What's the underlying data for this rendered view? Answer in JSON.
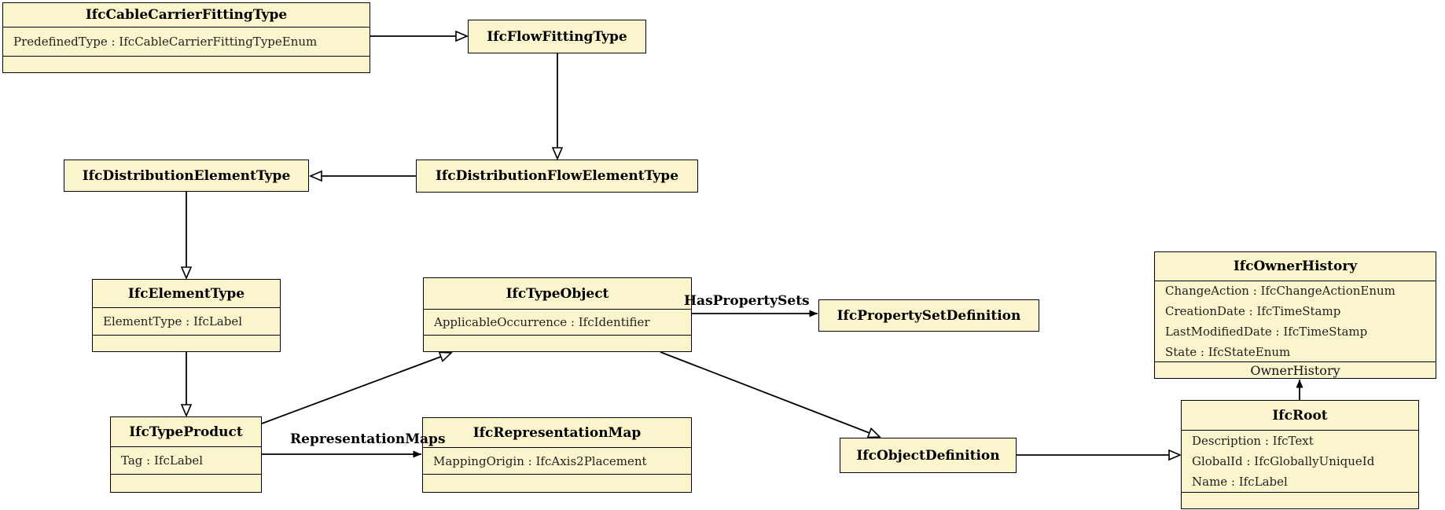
{
  "colors": {
    "background": "#ffffff",
    "box_fill": "#FBF5CD",
    "box_border": "#000000",
    "text": "#111111",
    "edge_color": "#000000"
  },
  "diagram": {
    "nodes": {
      "cableCarrierFittingType": {
        "title": "IfcCableCarrierFittingType",
        "attributes": [
          "PredefinedType : IfcCableCarrierFittingTypeEnum"
        ]
      },
      "flowFittingType": {
        "title": "IfcFlowFittingType",
        "attributes": []
      },
      "distributionElementType": {
        "title": "IfcDistributionElementType",
        "attributes": []
      },
      "distributionFlowElementType": {
        "title": "IfcDistributionFlowElementType",
        "attributes": []
      },
      "elementType": {
        "title": "IfcElementType",
        "attributes": [
          "ElementType : IfcLabel"
        ]
      },
      "typeObject": {
        "title": "IfcTypeObject",
        "attributes": [
          "ApplicableOccurrence : IfcIdentifier"
        ]
      },
      "propertySetDefinition": {
        "title": "IfcPropertySetDefinition",
        "attributes": []
      },
      "ownerHistory": {
        "title": "IfcOwnerHistory",
        "attributes": [
          "ChangeAction : IfcChangeActionEnum",
          "CreationDate : IfcTimeStamp",
          "LastModifiedDate : IfcTimeStamp",
          "State : IfcStateEnum"
        ]
      },
      "typeProduct": {
        "title": "IfcTypeProduct",
        "attributes": [
          "Tag : IfcLabel"
        ]
      },
      "representationMap": {
        "title": "IfcRepresentationMap",
        "attributes": [
          "MappingOrigin : IfcAxis2Placement"
        ]
      },
      "objectDefinition": {
        "title": "IfcObjectDefinition",
        "attributes": []
      },
      "root": {
        "title": "IfcRoot",
        "attributes": [
          "Description : IfcText",
          "GlobalId : IfcGloballyUniqueId",
          "Name : IfcLabel"
        ]
      }
    },
    "edges": [
      {
        "from": "IfcCableCarrierFittingType",
        "to": "IfcFlowFittingType",
        "type": "generalization"
      },
      {
        "from": "IfcFlowFittingType",
        "to": "IfcDistributionFlowElementType",
        "type": "generalization"
      },
      {
        "from": "IfcDistributionFlowElementType",
        "to": "IfcDistributionElementType",
        "type": "generalization"
      },
      {
        "from": "IfcDistributionElementType",
        "to": "IfcElementType",
        "type": "generalization"
      },
      {
        "from": "IfcElementType",
        "to": "IfcTypeProduct",
        "type": "generalization"
      },
      {
        "from": "IfcTypeProduct",
        "to": "IfcTypeObject",
        "type": "generalization"
      },
      {
        "from": "IfcTypeObject",
        "to": "IfcObjectDefinition",
        "type": "generalization"
      },
      {
        "from": "IfcObjectDefinition",
        "to": "IfcRoot",
        "type": "generalization"
      },
      {
        "from": "IfcTypeObject",
        "to": "IfcPropertySetDefinition",
        "type": "association",
        "label": "HasPropertySets"
      },
      {
        "from": "IfcTypeProduct",
        "to": "IfcRepresentationMap",
        "type": "association",
        "label": "RepresentationMaps"
      },
      {
        "from": "IfcRoot",
        "to": "IfcOwnerHistory",
        "type": "association",
        "label": "OwnerHistory"
      }
    ]
  }
}
